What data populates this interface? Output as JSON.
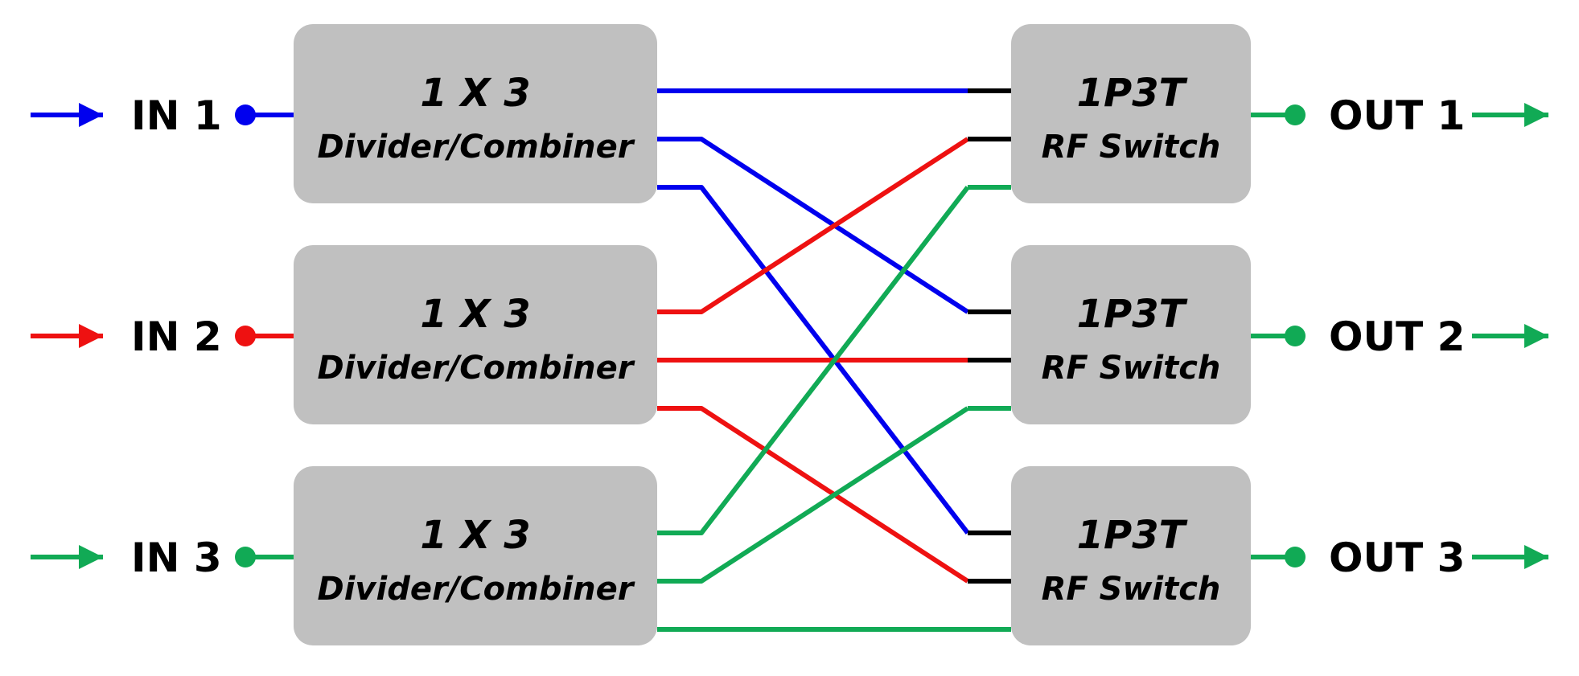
{
  "colors": {
    "in1": "#0000ee",
    "in2": "#ee1111",
    "in3": "#11aa55",
    "box": "#c0c0c0",
    "stub": "#000000"
  },
  "inputs": [
    {
      "label": "IN 1",
      "color_key": "in1"
    },
    {
      "label": "IN 2",
      "color_key": "in2"
    },
    {
      "label": "IN 3",
      "color_key": "in3"
    }
  ],
  "outputs": [
    {
      "label": "OUT 1"
    },
    {
      "label": "OUT 2"
    },
    {
      "label": "OUT 3"
    }
  ],
  "dividers": [
    {
      "title": "1 X 3",
      "subtitle": "Divider/Combiner"
    },
    {
      "title": "1 X 3",
      "subtitle": "Divider/Combiner"
    },
    {
      "title": "1 X 3",
      "subtitle": "Divider/Combiner"
    }
  ],
  "switches": [
    {
      "title": "1P3T",
      "subtitle": "RF Switch"
    },
    {
      "title": "1P3T",
      "subtitle": "RF Switch"
    },
    {
      "title": "1P3T",
      "subtitle": "RF Switch"
    }
  ],
  "connections": [
    {
      "from_divider": 1,
      "from_port": 1,
      "to_switch": 1,
      "to_port": 1,
      "color_key": "in1"
    },
    {
      "from_divider": 1,
      "from_port": 2,
      "to_switch": 2,
      "to_port": 1,
      "color_key": "in1"
    },
    {
      "from_divider": 1,
      "from_port": 3,
      "to_switch": 3,
      "to_port": 1,
      "color_key": "in1"
    },
    {
      "from_divider": 2,
      "from_port": 1,
      "to_switch": 1,
      "to_port": 2,
      "color_key": "in2"
    },
    {
      "from_divider": 2,
      "from_port": 2,
      "to_switch": 2,
      "to_port": 2,
      "color_key": "in2"
    },
    {
      "from_divider": 2,
      "from_port": 3,
      "to_switch": 3,
      "to_port": 2,
      "color_key": "in2"
    },
    {
      "from_divider": 3,
      "from_port": 1,
      "to_switch": 1,
      "to_port": 3,
      "color_key": "in3"
    },
    {
      "from_divider": 3,
      "from_port": 2,
      "to_switch": 2,
      "to_port": 3,
      "color_key": "in3"
    },
    {
      "from_divider": 3,
      "from_port": 3,
      "to_switch": 3,
      "to_port": 3,
      "color_key": "in3"
    }
  ]
}
